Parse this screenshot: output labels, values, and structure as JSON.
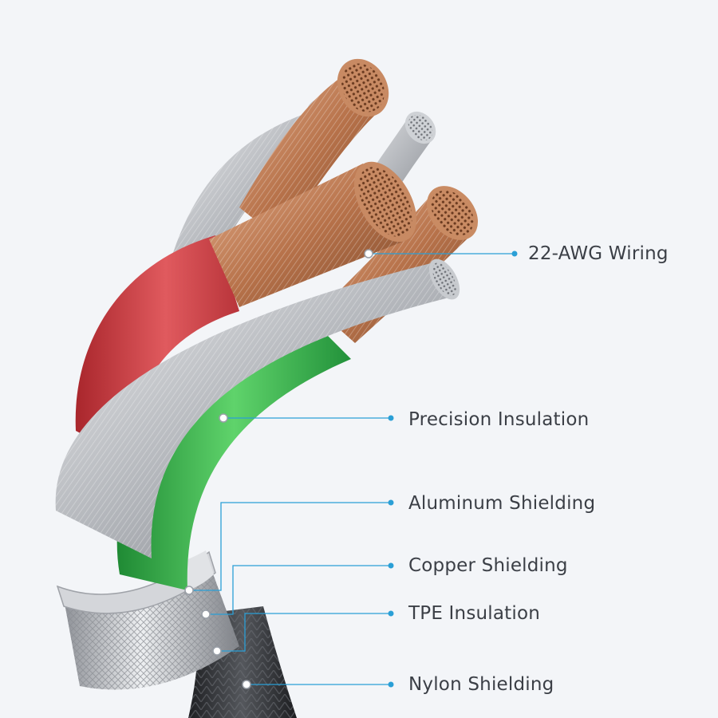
{
  "colors": {
    "background": "#f3f5f8",
    "callout_line": "#2a9fd6",
    "label_text": "#3b3f46",
    "insulation_red": "#d9484d",
    "insulation_green": "#36b34a",
    "copper": "#b7724a",
    "silver": "#b9bcc1",
    "nylon_braid": "#2b2d31"
  },
  "callouts": [
    {
      "label": "22-AWG Wiring",
      "icon": "copper-strand-icon"
    },
    {
      "label": "Precision Insulation",
      "icon": "wire-insulation-icon"
    },
    {
      "label": "Aluminum Shielding",
      "icon": "foil-shield-icon"
    },
    {
      "label": "Copper Shielding",
      "icon": "braided-shield-icon"
    },
    {
      "label": "TPE Insulation",
      "icon": "jacket-layer-icon"
    },
    {
      "label": "Nylon Shielding",
      "icon": "nylon-braid-icon"
    }
  ]
}
